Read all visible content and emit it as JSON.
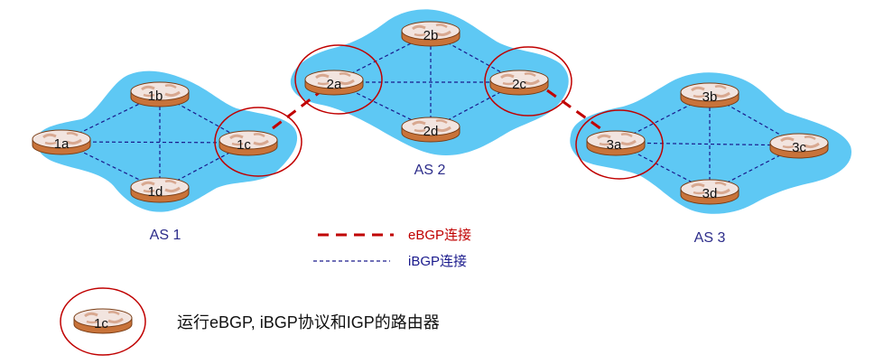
{
  "as_labels": {
    "as1": "AS 1",
    "as2": "AS 2",
    "as3": "AS 3"
  },
  "routers": {
    "r1a": "1a",
    "r1b": "1b",
    "r1c": "1c",
    "r1d": "1d",
    "r2a": "2a",
    "r2b": "2b",
    "r2c": "2c",
    "r2d": "2d",
    "r3a": "3a",
    "r3b": "3b",
    "r3c": "3c",
    "r3d": "3d"
  },
  "legend": {
    "ebgp": "eBGP连接",
    "ibgp": "iBGP连接",
    "sample_router": "1c",
    "caption": "运行eBGP, iBGP协议和IGP的路由器"
  },
  "colors": {
    "cloud": "#5ec8f4",
    "ebgp_line": "#c00000",
    "ibgp_line": "#1a1a8c",
    "highlight_circle": "#c00000",
    "router_body": "#c8733a",
    "router_top": "#f2e4df"
  }
}
